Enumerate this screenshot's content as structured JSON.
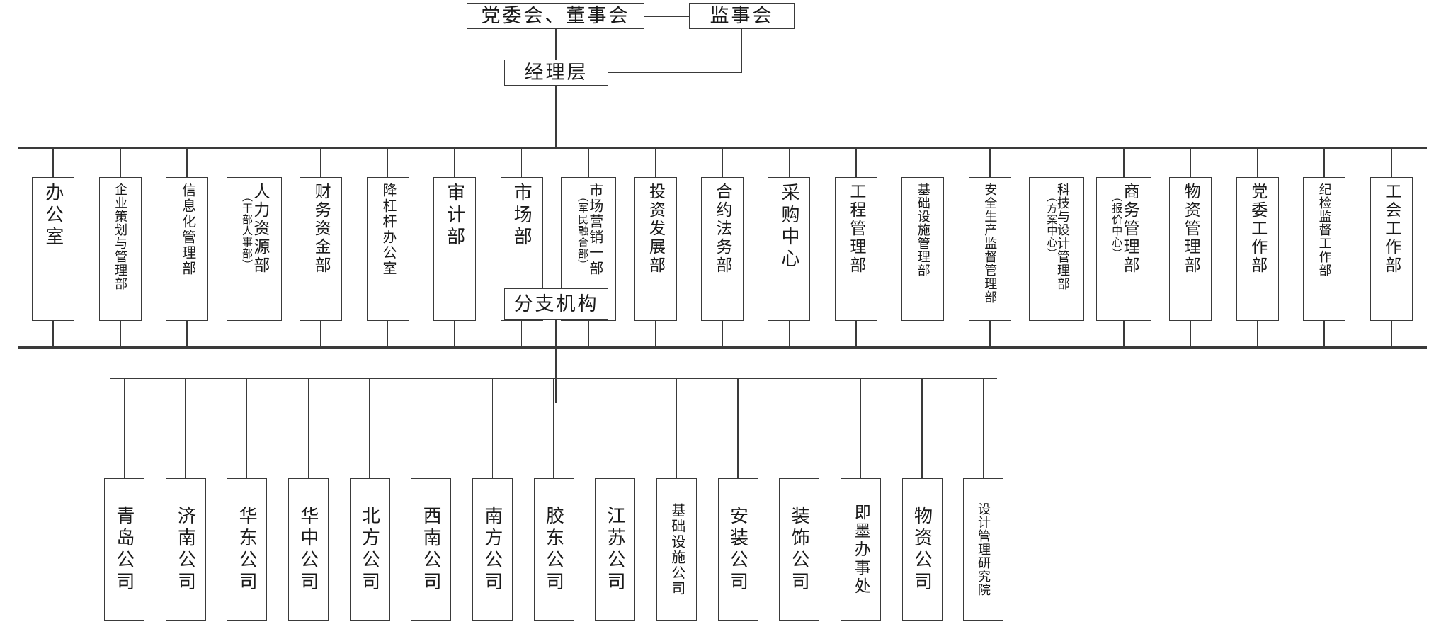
{
  "meta": {
    "title": "组织机构图",
    "line_color": "#3a3a3a",
    "box_fill": "#ffffff"
  },
  "top": {
    "board": {
      "label": "党委会、董事会"
    },
    "supervisory": {
      "label": "监事会"
    },
    "management": {
      "label": "经理层"
    }
  },
  "branch_node": {
    "label": "分支机构"
  },
  "departments": [
    {
      "label": "办公室",
      "sub": ""
    },
    {
      "label": "企业策划与管理部",
      "sub": ""
    },
    {
      "label": "信息化管理部",
      "sub": ""
    },
    {
      "label": "人力资源部",
      "sub": "（干部人事部）"
    },
    {
      "label": "财务资金部",
      "sub": ""
    },
    {
      "label": "降杠杆办公室",
      "sub": ""
    },
    {
      "label": "审计部",
      "sub": ""
    },
    {
      "label": "市场部",
      "sub": ""
    },
    {
      "label": "市场营销一部",
      "sub": "（军民融合部）"
    },
    {
      "label": "投资发展部",
      "sub": ""
    },
    {
      "label": "合约法务部",
      "sub": ""
    },
    {
      "label": "采购中心",
      "sub": ""
    },
    {
      "label": "工程管理部",
      "sub": ""
    },
    {
      "label": "基础设施管理部",
      "sub": ""
    },
    {
      "label": "安全生产监督管理部",
      "sub": ""
    },
    {
      "label": "科技与设计管理部",
      "sub": "（方案中心）"
    },
    {
      "label": "商务管理部",
      "sub": "（报价中心）"
    },
    {
      "label": "物资管理部",
      "sub": ""
    },
    {
      "label": "党委工作部",
      "sub": ""
    },
    {
      "label": "纪检监督工作部",
      "sub": ""
    },
    {
      "label": "工会工作部",
      "sub": ""
    }
  ],
  "branches": [
    {
      "label": "青岛公司"
    },
    {
      "label": "济南公司"
    },
    {
      "label": "华东公司"
    },
    {
      "label": "华中公司"
    },
    {
      "label": "北方公司"
    },
    {
      "label": "西南公司"
    },
    {
      "label": "南方公司"
    },
    {
      "label": "胶东公司"
    },
    {
      "label": "江苏公司"
    },
    {
      "label": "基础设施公司"
    },
    {
      "label": "安装公司"
    },
    {
      "label": "装饰公司"
    },
    {
      "label": "即墨办事处"
    },
    {
      "label": "物资公司"
    },
    {
      "label": "设计管理研究院"
    }
  ]
}
